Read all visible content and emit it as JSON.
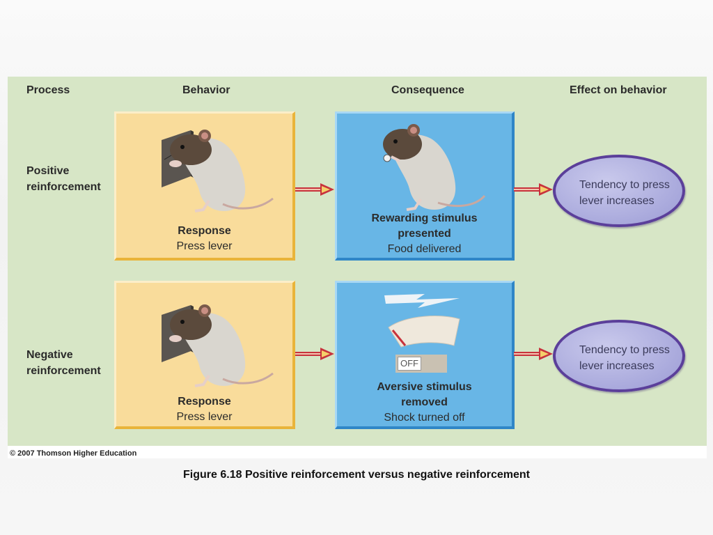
{
  "headers": {
    "process": "Process",
    "behavior": "Behavior",
    "consequence": "Consequence",
    "effect": "Effect on behavior"
  },
  "rows": [
    {
      "process_line1": "Positive",
      "process_line2": "reinforcement",
      "behavior_title": "Response",
      "behavior_detail": "Press lever",
      "consequence_title_line1": "Rewarding stimulus",
      "consequence_title_line2": "presented",
      "consequence_detail": "Food delivered",
      "effect_line1": "Tendency to press",
      "effect_line2": "lever increases"
    },
    {
      "process_line1": "Negative",
      "process_line2": "reinforcement",
      "behavior_title": "Response",
      "behavior_detail": "Press lever",
      "consequence_title_line1": "Aversive stimulus",
      "consequence_title_line2": "removed",
      "consequence_detail": "Shock turned off",
      "switch_label": "OFF",
      "effect_line1": "Tendency to press",
      "effect_line2": "lever increases"
    }
  ],
  "copyright": "© 2007 Thomson Higher Education",
  "figure_caption": "Figure 6.18  Positive reinforcement versus negative reinforcement",
  "colors": {
    "panel": "#d7e6c6",
    "behavior_box": "#f9dc9b",
    "consequence_box": "#68b6e6",
    "effect_ellipse": "#a9a9dc",
    "ellipse_border": "#5b3f9a",
    "arrow": "#c8323c"
  }
}
